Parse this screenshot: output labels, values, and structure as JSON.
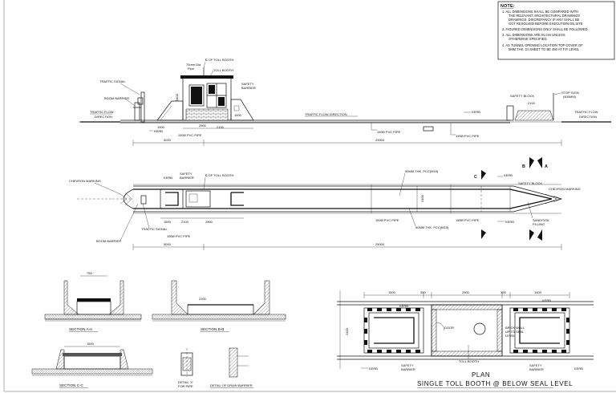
{
  "notes": {
    "title": "NOTE:",
    "lines": [
      "1. ALL DIMENSIONS SHALL BE COMPARED WITH",
      "THE RELEVANT ARCHITECTURAL DRAWINGS",
      "DRAWINGS. DISCREPANCY IF ANY SHALL BE",
      "GOT RESOLVED BEFORE EXECUTION ON SITE",
      "2. FIGURED DIMENSIONS ONLY SHALL BE FOLLOWED.",
      "3. ALL DIMENSIONS ARE IN mm UNLESS",
      "OTHERWISE SPECIFIED.",
      "4. AS TUNNEL OPENING LOCATION TOP COVER OF",
      "5MM THK. GI SHEET TO BE 450 AT F.P. LEVEL"
    ]
  },
  "elevation": {
    "pipe_label_1": "75mm Dia",
    "pipe_label_2": "Pipe",
    "toll_booth_cl": "℄ OF TOLL BOOTH",
    "toll_booth": "TOLL BOOTH",
    "safety_barrier_1": "SAFETY",
    "safety_barrier_2": "BARRIER",
    "traffic_signal": "TRAFFIC SIGNAL",
    "boom_barrier": "BOOM BARRIER",
    "flow_1a": "TRAFFIC FLOW",
    "flow_1b": "DIRECTION",
    "flow_mid": "TRAFFIC FLOW DIRECTION",
    "flow_2a": "TRAFFIC FLOW",
    "flow_2b": "DIRECTION",
    "kerb_1": "KERB",
    "kerb_2": "KERB",
    "safety_block": "SAFETY BLOCK",
    "stop_sign_1": "STOP SIGN",
    "stop_sign_2": "(600MM)",
    "pvc_1": "150Ø PVC PIPE",
    "pvc_2": "150Ø PVC PIPE",
    "pvc_3": "150Ø PVC PIPE",
    "dim_1500": "1500",
    "dim_2500": "2500",
    "dim_1500b": "1500",
    "dim_2100": "2100",
    "dim_2100b": "2100",
    "dim_3400": "3400",
    "dim_5000": "5000",
    "dim_25000": "25000"
  },
  "plan": {
    "chevron_1": "CHEVRON MARKING",
    "chevron_2": "CHEVRON MARKING",
    "kerb_1": "KERB",
    "kerb_2": "KERB",
    "kerb_3": "KERB",
    "safety_barrier_1": "SAFETY",
    "safety_barrier_2": "BARRIER",
    "toll_booth_cl": "℄ OF TOLL BOOTH",
    "safety_block": "SAFETY BLOCK",
    "pcc_1": "50MM THK. PCC(M15)",
    "pcc_2": "50MM THK. PCC(M15)",
    "traffic_signal": "TRAFFIC SIGNAL",
    "pvc_1": "150Ø PVC PIPE",
    "pvc_2": "150Ø PVC PIPE",
    "pvc_3": "150Ø PVC PIPE",
    "sand_1": "SAND/SOIL",
    "sand_2": "FILLING",
    "boom_barrier": "BOOM BARRIER",
    "dim_2400": "2400",
    "dim_1500": "1500",
    "dim_2100": "2100",
    "dim_2500": "2500",
    "dim_5000": "5000",
    "dim_25000": "25000",
    "sec_a": "A",
    "sec_b": "B",
    "sec_c": "C"
  },
  "sections": {
    "aa": "SECTION A-A",
    "bb": "SECTION B-B",
    "cc": "SECTION C-C",
    "detail_1a": "DETAIL 'X'",
    "detail_1b": "FOR PIPE",
    "detail_2": "DETAIL OF DRAIN BARRIER",
    "dim_750": "750",
    "dim_2100": "2100",
    "dim_1500": "1500"
  },
  "booth_plan": {
    "kerb_1": "KERB",
    "kerb_2": "KERB",
    "kerb_3": "KERB",
    "door": "DOOR",
    "brick_1": "BRICK WALL",
    "brick_2": "UP TO SEAL",
    "brick_3": "LEVEL",
    "safety_1a": "SAFETY",
    "safety_1b": "BARRIER",
    "safety_2a": "SAFETY",
    "safety_2b": "BARRIER",
    "toll_booth": "TOLL BOOTH",
    "dim_1500a": "1500",
    "dim_300": "300",
    "dim_2500": "2500",
    "dim_300b": "300",
    "dim_1500b": "1500",
    "dim_2400": "2400",
    "title_1": "PLAN",
    "title_2": "SINGLE TOLL BOOTH @ BELOW SEAL LEVEL"
  }
}
